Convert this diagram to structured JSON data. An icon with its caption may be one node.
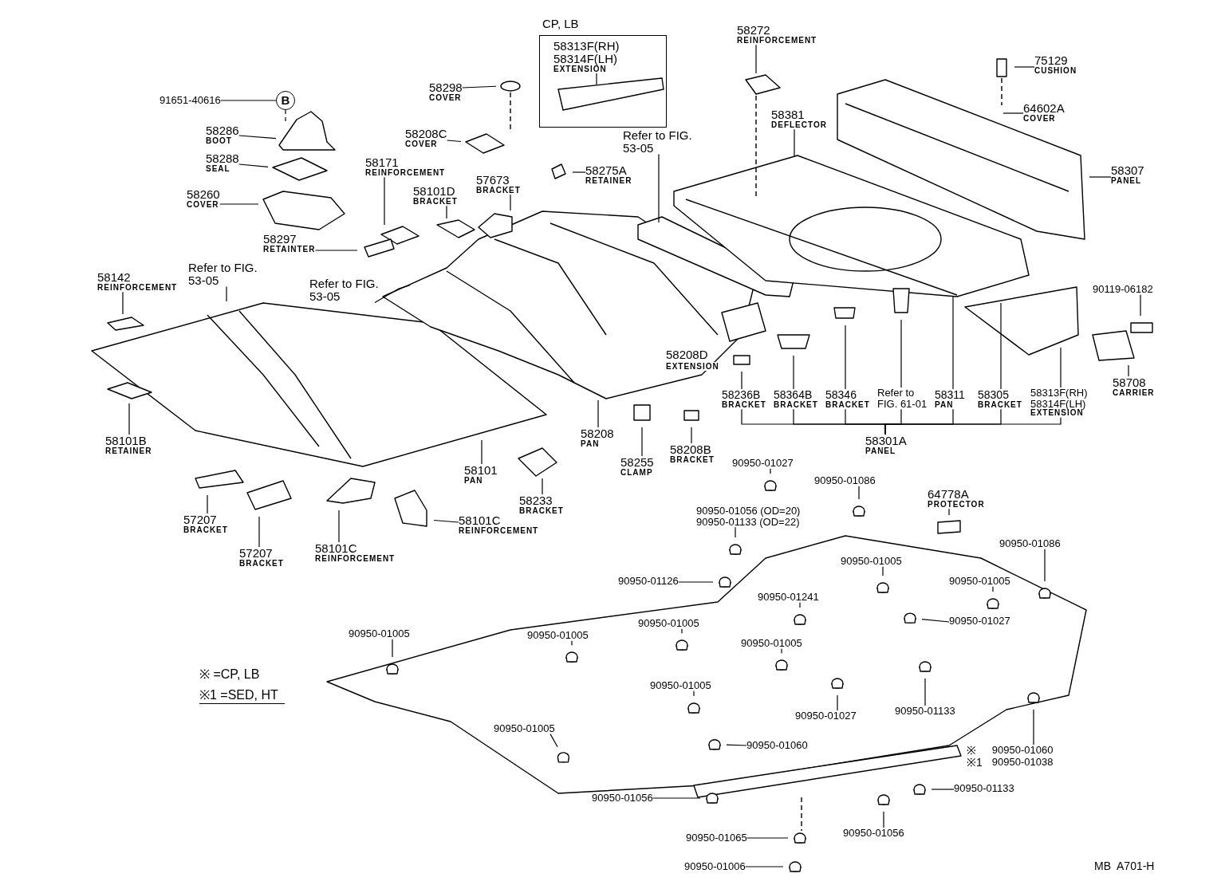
{
  "diagram": {
    "nodes": [
      {
        "text": [
          "CP, LB"
        ]
      },
      {
        "text": [
          "58313F(RH) 58314F(LH)",
          "EXTENSION"
        ],
        "in": 0
      },
      {
        "text": [
          "58272",
          "REINFORCEMENT"
        ]
      },
      {
        "text": [
          "75129",
          "CUSHION"
        ]
      },
      {
        "text": [
          "91651-40616"
        ]
      },
      {
        "text": [
          "B"
        ]
      },
      {
        "text": [
          "58298",
          "COVER"
        ]
      },
      {
        "text": [
          "58286",
          "BOOT"
        ]
      },
      {
        "text": [
          "58208C",
          "COVER"
        ]
      },
      {
        "text": [
          "58381",
          "DEFLECTOR"
        ]
      },
      {
        "text": [
          "64602A",
          "COVER"
        ]
      },
      {
        "text": [
          "Refer to FIG. 53-05"
        ]
      },
      {
        "text": [
          "58288",
          "SEAL"
        ]
      },
      {
        "text": [
          "58171",
          "REINFORCEMENT"
        ]
      },
      {
        "text": [
          "57673",
          "BRACKET"
        ]
      },
      {
        "text": [
          "58275A",
          "RETAINER"
        ]
      },
      {
        "text": [
          "58307",
          "PANEL"
        ]
      },
      {
        "text": [
          "58101D",
          "BRACKET"
        ]
      },
      {
        "text": [
          "58260",
          "COVER"
        ]
      },
      {
        "text": [
          "58297",
          "RETAINTER"
        ]
      },
      {
        "text": [
          "Refer to FIG. 53-05"
        ]
      },
      {
        "text": [
          "Refer to FIG. 53-05"
        ]
      },
      {
        "text": [
          "58142",
          "REINFORCEMENT"
        ]
      },
      {
        "text": [
          "90119-06182"
        ]
      },
      {
        "text": [
          "58708",
          "CARRIER"
        ]
      },
      {
        "text": [
          "58364B",
          "BRACKET"
        ]
      },
      {
        "text": [
          "Refer to FIG. 61-01"
        ]
      },
      {
        "text": [
          "58305",
          "BRACKET"
        ]
      },
      {
        "text": [
          "58236B",
          "BRACKET"
        ]
      },
      {
        "text": [
          "58346",
          "BRACKET"
        ]
      },
      {
        "text": [
          "58311",
          "PAN"
        ]
      },
      {
        "text": [
          "58313F(RH) 58314F(LH)",
          "EXTENSION"
        ]
      },
      {
        "text": [
          "58101B",
          "RETAINER"
        ]
      },
      {
        "text": [
          "58208",
          "PAN"
        ]
      },
      {
        "text": [
          "58301A",
          "PANEL"
        ]
      },
      {
        "text": [
          "58208B",
          "BRACKET"
        ]
      },
      {
        "text": [
          "58255",
          "CLAMP"
        ]
      },
      {
        "text": [
          "58101",
          "PAN"
        ]
      },
      {
        "text": [
          "90950-01027"
        ]
      },
      {
        "text": [
          "58233",
          "BRACKET"
        ]
      },
      {
        "text": [
          "90950-01086"
        ]
      },
      {
        "text": [
          "64778A",
          "PROTECTOR"
        ]
      },
      {
        "text": [
          "57207",
          "BRACKET"
        ]
      },
      {
        "text": [
          "58101C",
          "REINFORCEMENT"
        ]
      },
      {
        "text": [
          "58101C",
          "REINFORCEMENT"
        ]
      },
      {
        "text": [
          "90950-01056 (OD=20)",
          "90950-01133 (OD=22)"
        ]
      },
      {
        "text": [
          "90950-01086"
        ]
      },
      {
        "text": [
          "57207",
          "BRACKET"
        ]
      },
      {
        "text": [
          "90950-01005"
        ]
      },
      {
        "text": [
          "90950-01005"
        ]
      },
      {
        "text": [
          "90950-01126"
        ]
      },
      {
        "text": [
          "90950-01241"
        ]
      },
      {
        "text": [
          "90950-01005"
        ]
      },
      {
        "text": [
          "90950-01005"
        ]
      },
      {
        "text": [
          "90950-01005"
        ]
      },
      {
        "text": [
          "90950-01027"
        ]
      },
      {
        "text": [
          "90950-01005"
        ]
      },
      {
        "text": [
          "90950-01005"
        ]
      },
      {
        "text": [
          "90950-01133"
        ]
      },
      {
        "text": [
          "90950-01027"
        ]
      },
      {
        "text": [
          "90950-01005"
        ]
      },
      {
        "text": [
          "90950-01060"
        ]
      },
      {
        "text": [
          "90950-01060",
          "90950-01038"
        ],
        "beside": [
          "※",
          "※1"
        ]
      },
      {
        "text": [
          "90950-01133"
        ]
      },
      {
        "text": [
          "90950-01056"
        ]
      },
      {
        "text": [
          "90950-01056"
        ]
      },
      {
        "text": [
          "90950-01065"
        ]
      },
      {
        "text": [
          "90950-01006"
        ]
      }
    ],
    "edges": [
      {
        "from": 1,
        "to": null,
        "arrow": "none"
      },
      {
        "from": 2,
        "to": null,
        "arrow": "none"
      },
      {
        "from": 3,
        "to": null,
        "arrow": "none"
      },
      {
        "from": 4,
        "to": 5,
        "arrow": "none"
      },
      {
        "from": 5,
        "to": null,
        "arrow": "none",
        "style": "dashed"
      },
      {
        "from": 6,
        "to": null,
        "arrow": "none"
      },
      {
        "from": 7,
        "to": null,
        "arrow": "none"
      },
      {
        "from": 8,
        "to": null,
        "arrow": "none"
      },
      {
        "from": 9,
        "to": null,
        "arrow": "none"
      },
      {
        "from": 10,
        "to": null,
        "arrow": "none"
      },
      {
        "from": 11,
        "to": null,
        "arrow": "none"
      },
      {
        "from": 12,
        "to": null,
        "arrow": "none"
      },
      {
        "from": 13,
        "to": null,
        "arrow": "none"
      },
      {
        "from": 14,
        "to": null,
        "arrow": "none"
      },
      {
        "from": 15,
        "to": null,
        "arrow": "none"
      },
      {
        "from": 16,
        "to": null,
        "arrow": "none"
      },
      {
        "from": 17,
        "to": null,
        "arrow": "none"
      },
      {
        "from": 18,
        "to": null,
        "arrow": "none"
      },
      {
        "from": 19,
        "to": null,
        "arrow": "none"
      },
      {
        "from": 20,
        "to": null,
        "arrow": "none"
      },
      {
        "from": 21,
        "to": null,
        "arrow": "none"
      },
      {
        "from": 22,
        "to": null,
        "arrow": "none"
      },
      {
        "from": 23,
        "to": null,
        "arrow": "none"
      },
      {
        "from": 24,
        "to": null,
        "arrow": "none"
      },
      {
        "from": 25,
        "to": null,
        "arrow": "none"
      },
      {
        "from": 26,
        "to": null,
        "arrow": "none"
      },
      {
        "from": 27,
        "to": null,
        "arrow": "none"
      },
      {
        "from": 28,
        "to": null,
        "arrow": "none"
      },
      {
        "from": 29,
        "to": null,
        "arrow": "none"
      },
      {
        "from": 30,
        "to": null,
        "arrow": "none"
      },
      {
        "from": 31,
        "to": null,
        "arrow": "none"
      },
      {
        "from": 32,
        "to": null,
        "arrow": "none"
      },
      {
        "from": 33,
        "to": null,
        "arrow": "none"
      },
      {
        "from": 34,
        "to": 28,
        "arrow": "none"
      },
      {
        "from": 34,
        "to": 25,
        "arrow": "none"
      },
      {
        "from": 34,
        "to": 29,
        "arrow": "none"
      },
      {
        "from": 34,
        "to": 26,
        "arrow": "none"
      },
      {
        "from": 34,
        "to": 30,
        "arrow": "none"
      },
      {
        "from": 34,
        "to": 27,
        "arrow": "none"
      },
      {
        "from": 34,
        "to": 31,
        "arrow": "none"
      },
      {
        "from": 35,
        "to": null,
        "arrow": "none"
      },
      {
        "from": 36,
        "to": null,
        "arrow": "none"
      },
      {
        "from": 37,
        "to": null,
        "arrow": "none"
      },
      {
        "from": 38,
        "to": null,
        "arrow": "none"
      },
      {
        "from": 39,
        "to": null,
        "arrow": "none"
      },
      {
        "from": 40,
        "to": null,
        "arrow": "none"
      },
      {
        "from": 41,
        "to": null,
        "arrow": "none"
      },
      {
        "from": 42,
        "to": null,
        "arrow": "none"
      },
      {
        "from": 43,
        "to": null,
        "arrow": "none"
      },
      {
        "from": 44,
        "to": null,
        "arrow": "none"
      },
      {
        "from": 45,
        "to": null,
        "arrow": "none"
      },
      {
        "from": 46,
        "to": null,
        "arrow": "none"
      },
      {
        "from": 47,
        "to": null,
        "arrow": "none"
      },
      {
        "from": 48,
        "to": null,
        "arrow": "none"
      },
      {
        "from": 49,
        "to": null,
        "arrow": "none"
      },
      {
        "from": 50,
        "to": null,
        "arrow": "none"
      },
      {
        "from": 51,
        "to": null,
        "arrow": "none"
      },
      {
        "from": 52,
        "to": null,
        "arrow": "none"
      },
      {
        "from": 53,
        "to": null,
        "arrow": "none"
      },
      {
        "from": 54,
        "to": null,
        "arrow": "none"
      },
      {
        "from": 55,
        "to": null,
        "arrow": "none"
      },
      {
        "from": 56,
        "to": null,
        "arrow": "none"
      },
      {
        "from": 57,
        "to": null,
        "arrow": "none"
      },
      {
        "from": 58,
        "to": null,
        "arrow": "none"
      },
      {
        "from": 59,
        "to": null,
        "arrow": "none"
      },
      {
        "from": 60,
        "to": null,
        "arrow": "none"
      },
      {
        "from": 61,
        "to": null,
        "arrow": "none"
      },
      {
        "from": 62,
        "to": null,
        "arrow": "none"
      },
      {
        "from": 63,
        "to": null,
        "arrow": "none"
      },
      {
        "from": 64,
        "to": null,
        "arrow": "none"
      },
      {
        "from": 65,
        "to": null,
        "arrow": "none"
      },
      {
        "from": 66,
        "to": null,
        "arrow": "none"
      },
      {
        "from": 67,
        "to": null,
        "arrow": "none"
      }
    ],
    "labels": [
      "58208D",
      "EXTENSION",
      "MB  A701-H"
    ],
    "legend": [
      {
        "text": "※ =CP, LB"
      },
      {
        "text": "※1 =SED, HT"
      }
    ]
  }
}
